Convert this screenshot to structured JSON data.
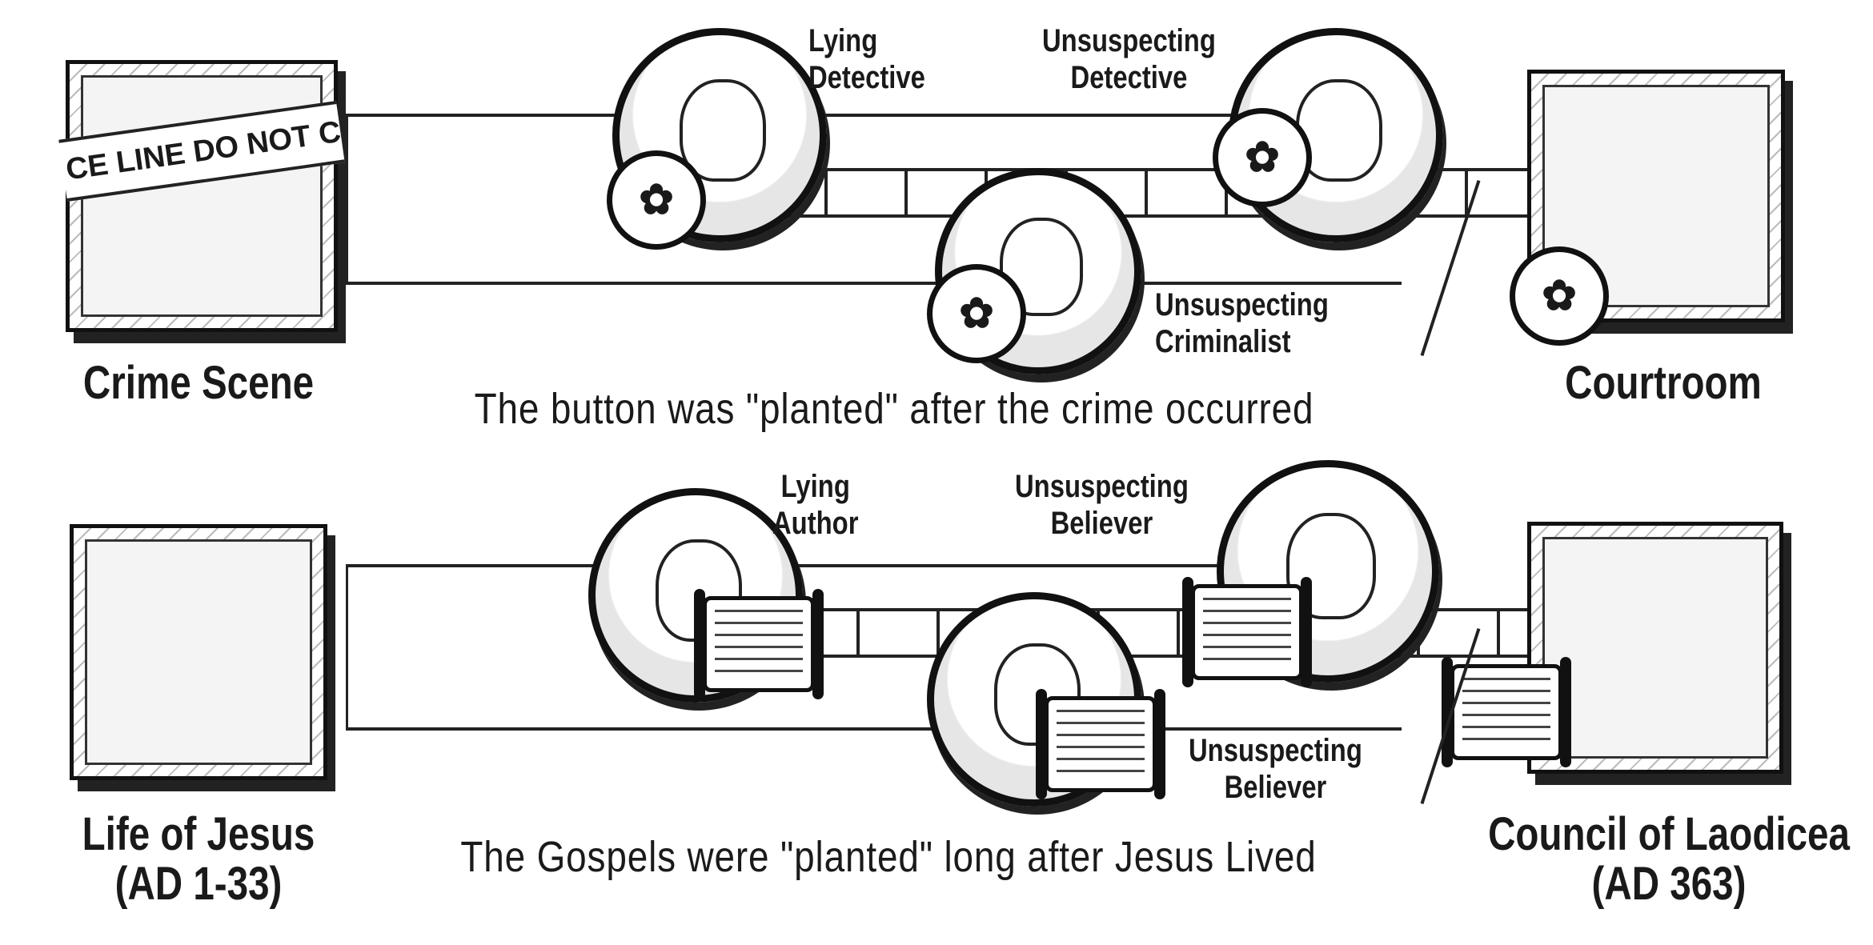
{
  "top_row": {
    "left_panel": {
      "title": "Crime Scene",
      "tape_text": "CE LINE DO NOT C"
    },
    "right_panel": {
      "title": "Courtroom"
    },
    "characters": [
      {
        "label_line1": "Lying",
        "label_line2": "Detective"
      },
      {
        "label_line1": "Unsuspecting",
        "label_line2": "Criminalist"
      },
      {
        "label_line1": "Unsuspecting",
        "label_line2": "Detective"
      }
    ],
    "caption": "The button was \"planted\" after the crime occurred",
    "object_icon": "button-icon"
  },
  "bottom_row": {
    "left_panel": {
      "title_line1": "Life of Jesus",
      "title_line2": "(AD 1-33)"
    },
    "right_panel": {
      "title_line1": "Council of Laodicea",
      "title_line2": "(AD 363)"
    },
    "characters": [
      {
        "label_line1": "Lying",
        "label_line2": "Author"
      },
      {
        "label_line1": "Unsuspecting",
        "label_line2": "Believer"
      },
      {
        "label_line1": "Unsuspecting",
        "label_line2": "Believer"
      }
    ],
    "caption": "The Gospels were \"planted\" long after Jesus Lived",
    "object_icon": "scroll-icon"
  }
}
